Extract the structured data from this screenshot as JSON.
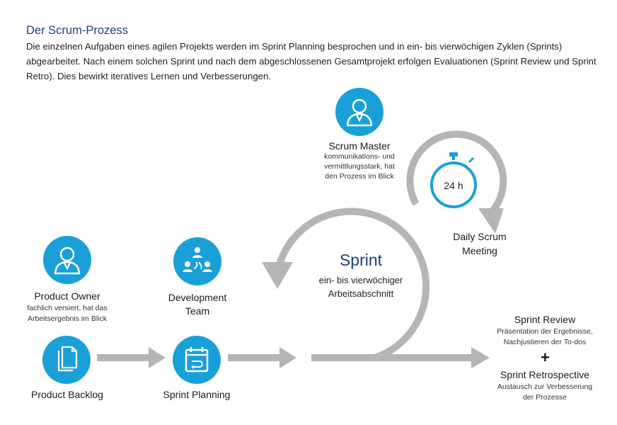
{
  "title": "Der Scrum-Prozess",
  "intro": "Die einzelnen Aufgaben eines agilen Projekts werden im Sprint Planning besprochen und in ein- bis vierwöchigen Zyklen (Sprints) abgearbeitet. Nach einem solchen Sprint und nach dem abgeschlossenen Gesamtprojekt erfolgen Evaluationen (Sprint Review und Sprint Retro). Dies bewirkt iteratives Lernen und Verbesserungen.",
  "colors": {
    "accent": "#1aa0d8",
    "arrow": "#b5b5b5",
    "title": "#1f3f7a"
  },
  "scrum_master": {
    "label": "Scrum Master",
    "desc_1": "kommunikations- und",
    "desc_2": "vermittlungsstark, hat",
    "desc_3": "den Prozess im Blick",
    "icon": "person-icon"
  },
  "daily_scrum": {
    "timer": "24 h",
    "label_1": "Daily Scrum",
    "label_2": "Meeting",
    "icon": "stopwatch-icon"
  },
  "sprint": {
    "label": "Sprint",
    "desc_1": "ein- bis vierwöchiger",
    "desc_2": "Arbeitsabschnitt"
  },
  "product_owner": {
    "label": "Product Owner",
    "desc_1": "fachlich versiert, hat das",
    "desc_2": "Arbeitsergebnis im Blick",
    "icon": "person-icon"
  },
  "development_team": {
    "label_1": "Development",
    "label_2": "Team",
    "icon": "team-icon"
  },
  "product_backlog": {
    "label": "Product Backlog",
    "icon": "documents-icon"
  },
  "sprint_planning": {
    "label": "Sprint Planning",
    "icon": "calendar-icon"
  },
  "sprint_review": {
    "label": "Sprint Review",
    "desc_1": "Präsentation der Ergebnisse,",
    "desc_2": "Nachjustieren der To-dos"
  },
  "plus": "+",
  "sprint_retro": {
    "label": "Sprint Retrospective",
    "desc_1": "Austausch zur Verbesserung",
    "desc_2": "der Prozesse"
  }
}
